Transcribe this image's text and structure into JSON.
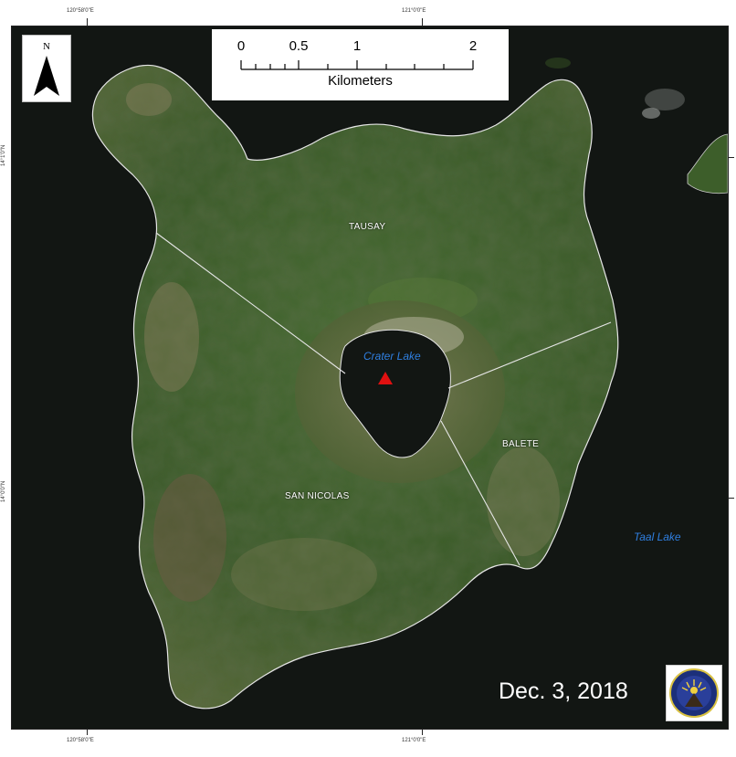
{
  "coordinates": {
    "top_left": "120°58'0\"E",
    "top_right": "121°0'0\"E",
    "bottom_left": "120°58'0\"E",
    "bottom_right": "121°0'0\"E",
    "left_top": "14°1'0\"N",
    "left_bottom": "14°0'0\"N"
  },
  "north_arrow": {
    "label": "N"
  },
  "scale_bar": {
    "ticks": [
      "0",
      "0.5",
      "1",
      "2"
    ],
    "unit": "Kilometers"
  },
  "labels": {
    "regions": [
      "TAUSAY",
      "BALETE",
      "SAN NICOLAS"
    ],
    "water": [
      "Crater Lake",
      "Taal Lake"
    ]
  },
  "date": "Dec. 3, 2018",
  "colors": {
    "water": "#121613",
    "vegetation": "#3d5a2a",
    "boundary": "#e8e8e8",
    "water_label": "#2f7fe0",
    "volcano_marker": "#e01010"
  },
  "icons": {
    "north_arrow": "north-arrow-icon",
    "volcano": "triangle-marker-icon",
    "logo": "agency-seal-icon"
  }
}
